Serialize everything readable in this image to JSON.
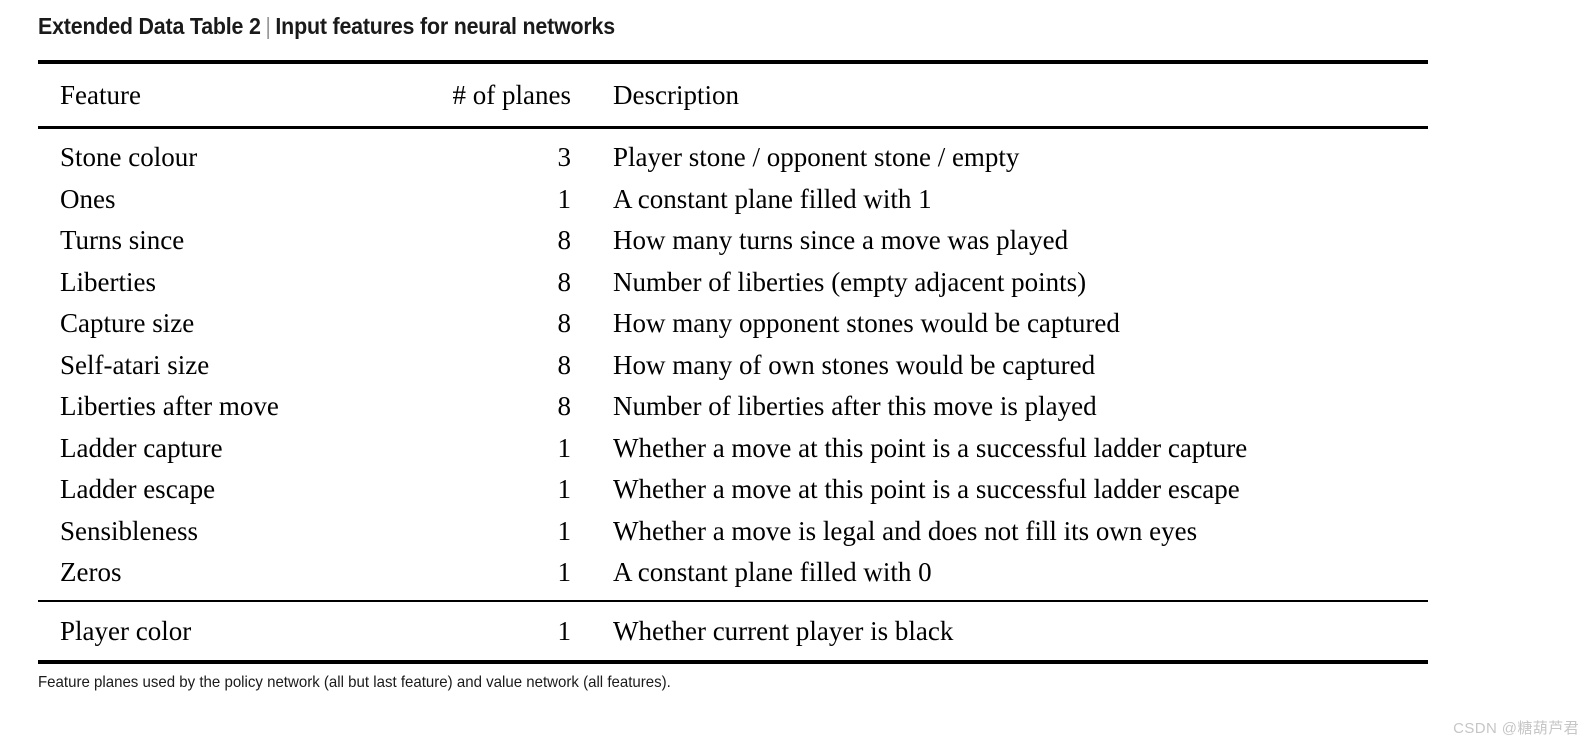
{
  "title": {
    "prefix": "Extended Data Table 2",
    "separator": "|",
    "subject": "Input features for neural networks"
  },
  "table": {
    "columns": [
      {
        "key": "feature",
        "label": "Feature"
      },
      {
        "key": "planes",
        "label": "# of planes"
      },
      {
        "key": "description",
        "label": "Description"
      }
    ],
    "rows": [
      {
        "feature": "Stone colour",
        "planes": "3",
        "description": "Player stone / opponent stone / empty"
      },
      {
        "feature": "Ones",
        "planes": "1",
        "description": "A constant plane filled with 1"
      },
      {
        "feature": "Turns since",
        "planes": "8",
        "description": "How many turns since a move was played"
      },
      {
        "feature": "Liberties",
        "planes": "8",
        "description": "Number of liberties (empty adjacent points)"
      },
      {
        "feature": "Capture size",
        "planes": "8",
        "description": "How many opponent stones would be captured"
      },
      {
        "feature": "Self-atari size",
        "planes": "8",
        "description": "How many of own stones would be captured"
      },
      {
        "feature": "Liberties after move",
        "planes": "8",
        "description": "Number of liberties after this move is played"
      },
      {
        "feature": "Ladder capture",
        "planes": "1",
        "description": "Whether a move at this point is a successful ladder capture"
      },
      {
        "feature": "Ladder escape",
        "planes": "1",
        "description": "Whether a move at this point is a successful ladder escape"
      },
      {
        "feature": "Sensibleness",
        "planes": "1",
        "description": "Whether a move is legal and does not fill its own eyes"
      },
      {
        "feature": "Zeros",
        "planes": "1",
        "description": "A constant plane filled with 0"
      }
    ],
    "separated_rows": [
      {
        "feature": "Player color",
        "planes": "1",
        "description": "Whether current player is black"
      }
    ]
  },
  "footnote": "Feature planes used by the policy network (all but last feature) and value network (all features).",
  "watermark": "CSDN @糖葫芦君",
  "colors": {
    "background": "#ffffff",
    "text": "#000000",
    "rule": "#000000",
    "title_separator": "#9a9a9a",
    "watermark": "#c6c6c6"
  }
}
